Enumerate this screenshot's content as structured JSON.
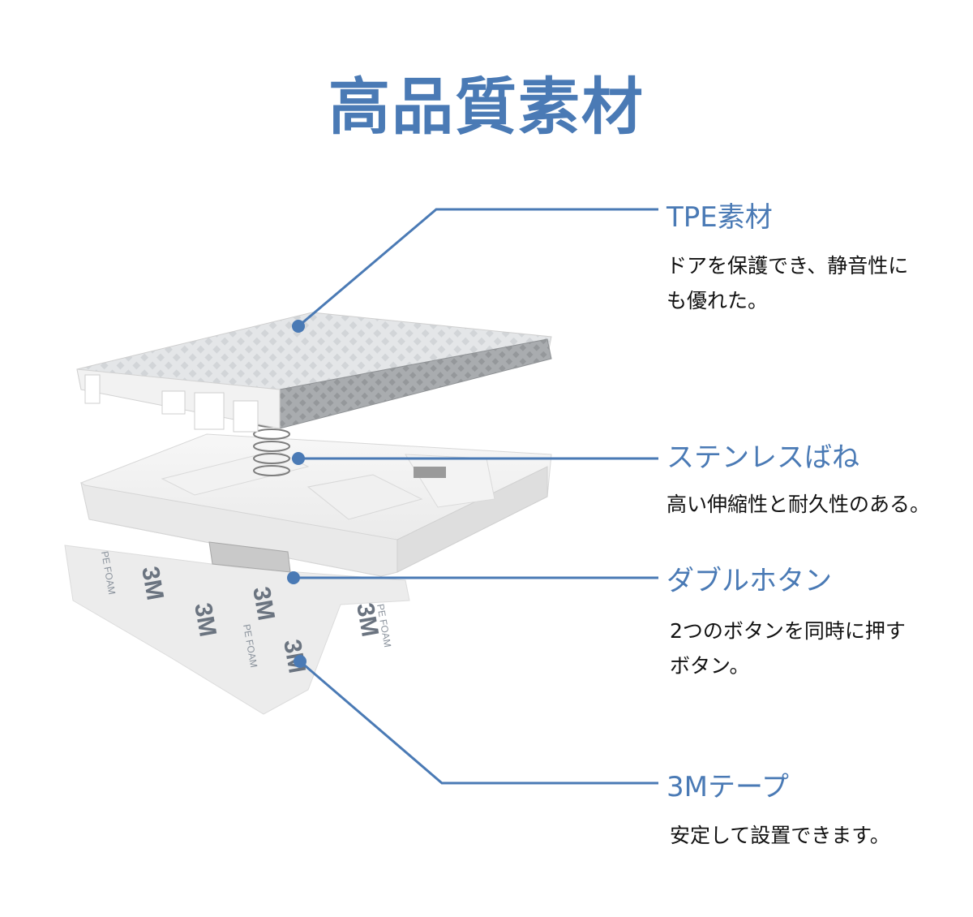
{
  "title": "高品質素材",
  "accent_color": "#4a7ab5",
  "callouts": [
    {
      "title": "TPE素材",
      "desc_lines": [
        "ドアを保護でき、静音性に",
        "も優れた。"
      ]
    },
    {
      "title": "ステンレスばね",
      "desc_lines": [
        "高い伸縮性と耐久性のある。"
      ]
    },
    {
      "title": "ダブルホタン",
      "desc_lines": [
        "2つのボタンを同時に押す",
        "ボタン。"
      ]
    },
    {
      "title": "3Mテープ",
      "desc_lines": [
        "安定して設置できます。"
      ]
    }
  ],
  "tape_print": {
    "brand": "3M",
    "text": "PE FOAM"
  }
}
